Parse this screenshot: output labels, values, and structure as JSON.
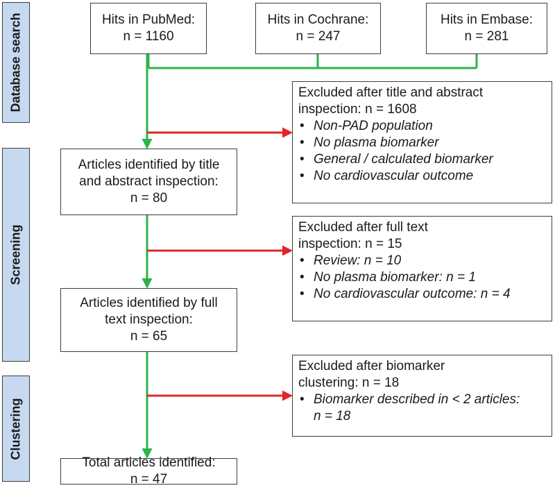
{
  "colors": {
    "flow": "#2db34a",
    "exclude": "#e0252b",
    "stage_fill": "#c6d9f1"
  },
  "stages": {
    "database_search": "Database search",
    "screening": "Screening",
    "clustering": "Clustering"
  },
  "sources": [
    {
      "title": "Hits in PubMed:",
      "count": "n = 1160"
    },
    {
      "title": "Hits in Cochrane:",
      "count": "n = 247"
    },
    {
      "title": "Hits in Embase:",
      "count": "n = 281"
    }
  ],
  "identified": [
    {
      "lines": [
        "Articles identified by title",
        "and abstract inspection:",
        "n = 80"
      ]
    },
    {
      "lines": [
        "Articles identified by full",
        "text inspection:",
        "n = 65"
      ]
    },
    {
      "lines": [
        "Total articles identified:",
        "n = 47"
      ]
    }
  ],
  "excluded": [
    {
      "heading": [
        "Excluded after title and abstract",
        "inspection: n = 1608"
      ],
      "items": [
        "Non-PAD population",
        "No plasma biomarker",
        "General / calculated biomarker",
        "No cardiovascular outcome"
      ]
    },
    {
      "heading": [
        "Excluded after full text",
        "inspection: n = 15"
      ],
      "items": [
        "Review: n = 10",
        "No plasma biomarker: n = 1",
        "No cardiovascular outcome: n = 4"
      ]
    },
    {
      "heading": [
        "Excluded after biomarker",
        "clustering: n = 18"
      ],
      "items": [
        "Biomarker described in < 2 articles:\nn = 18"
      ]
    }
  ]
}
